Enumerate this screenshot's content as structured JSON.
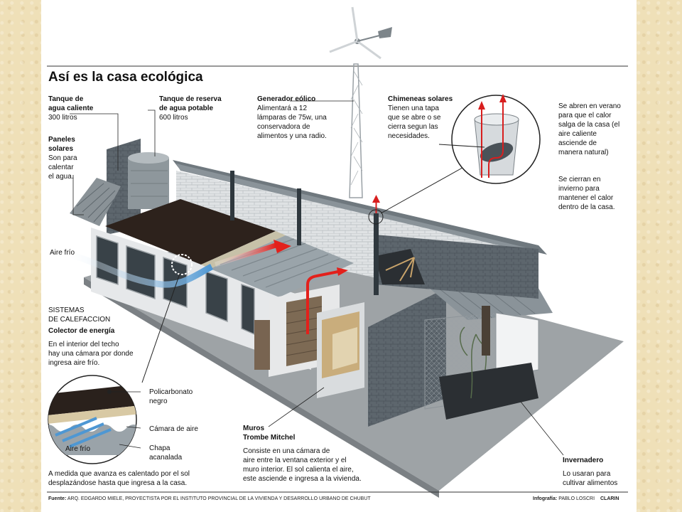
{
  "title": "Así es la casa ecológica",
  "tanque_caliente": {
    "heading": "Tanque de\nagua caliente",
    "detail": "300 litros"
  },
  "tanque_reserva": {
    "heading": "Tanque de reserva\nde agua potable",
    "detail": "600 litros"
  },
  "generador": {
    "heading": "Generador eólico",
    "detail": "Alimentará a 12\nlámparas de 75w, una\nconservadora de\nalimentos y una radio."
  },
  "chimeneas": {
    "heading": "Chimeneas solares",
    "detail": "Tienen una tapa\nque se abre o se\ncierra segun las\nnecesidades."
  },
  "chimeneas_right": {
    "verano": "Se abren en verano\npara que el calor\nsalga de la casa (el\naire caliente\nasciende de\nmanera natural)",
    "invierno": "Se cierran en\ninvierno para\nmantener el calor\ndentro de la casa."
  },
  "paneles": {
    "heading": "Paneles\nsolares",
    "detail": "Son para\ncalentar\nel agua."
  },
  "aire_frio_top": "Aire frío",
  "sistemas": "SISTEMAS\nDE CALEFACCION",
  "colector": {
    "heading": "Colector de energía",
    "detail": "En el interior del techo\nhay una cámara por donde\ningresa aire frío."
  },
  "detail_labels": {
    "policarbonato": "Policarbonato\nnegro",
    "camara": "Cámara de aire",
    "aire_frio": "Aire frío",
    "chapa": "Chapa\nacanalada"
  },
  "avance": "A medida que avanza es calentado por el sol\ndesplazándose hasta que ingresa a la casa.",
  "muros": {
    "heading": "Muros\nTrombe Mitchel",
    "detail": "Consiste en una cámara de\naire entre la ventana exterior y el\nmuro interior. El sol calienta el aire,\neste asciende e ingresa a la vivienda."
  },
  "invernadero": {
    "heading": "Invernadero",
    "detail": "Lo usaran para\ncultivar alimentos"
  },
  "footer": {
    "fuente_label": "Fuente:",
    "fuente_text": "ARQ. EDGARDO MIELE, PROYECTISTA POR EL INSTITUTO PROVINCIAL DE LA VIVIENDA Y DESARROLLO URBANO DE CHUBUT",
    "info_label": "Infografía:",
    "info_text": "PABLO LOSCRI",
    "brand": "CLARIN"
  },
  "colors": {
    "roof": "#7e878d",
    "wall": "#5f6870",
    "brick": "#d7dadd",
    "arrow": "#d81e1e",
    "cold": "#5a9fd6",
    "collector": "#3a2a22"
  }
}
